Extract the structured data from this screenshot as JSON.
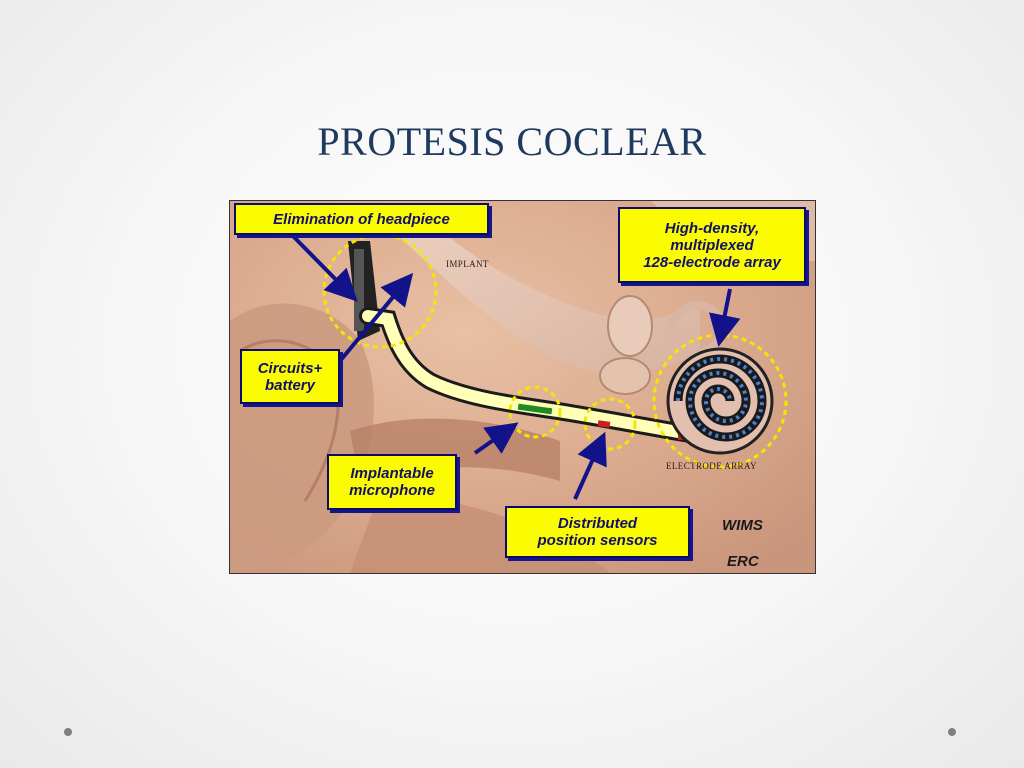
{
  "slide": {
    "title": "PROTESIS COCLEAR"
  },
  "figure": {
    "callouts": {
      "headpiece": "Elimination of headpiece",
      "circuits": "Circuits+\nbattery",
      "microphone": "Implantable\nmicrophone",
      "sensors": "Distributed\nposition sensors",
      "electrode": "High-density,\nmultiplexed\n128-electrode array"
    },
    "labels": {
      "implant": "IMPLANT",
      "electrode_array": "ELECTRODE ARRAY",
      "wims": "WIMS",
      "erc": "ERC"
    },
    "colors": {
      "callout_fill": "#fcfc00",
      "callout_text": "#11116b",
      "arrow": "#12128a",
      "dashed_circle": "#f5e600",
      "lead": "#ffffb8",
      "tissue": "#dcae93"
    }
  }
}
